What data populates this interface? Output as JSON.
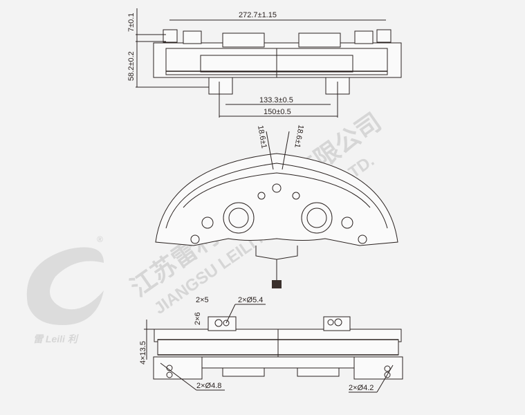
{
  "watermark": {
    "company_cn": "江苏雷利电机股份有限公司",
    "company_en": "JIANGSU LEILI MOTOR CO., LTD.",
    "logo_text": "雷 Leili 利",
    "registered": "®"
  },
  "top_view": {
    "overall_width": "272.7±1.15",
    "flange_height": "7±0.1",
    "body_height": "58.2±0.2",
    "inner_mount": "133.3±0.5",
    "outer_mount": "150±0.5"
  },
  "front_view": {
    "angle_left": "18.6±1",
    "angle_right": "18.6±1"
  },
  "side_view": {
    "slot_width": "2×5",
    "slot_height": "2×6",
    "hole_top": "2×Ø5.4",
    "pitch": "4×13.5",
    "hole_left": "2×Ø4.8",
    "hole_right": "2×Ø4.2"
  },
  "colors": {
    "line": "#2a2220",
    "background": "#f3f3f3",
    "watermark": "#d6d6d6"
  }
}
